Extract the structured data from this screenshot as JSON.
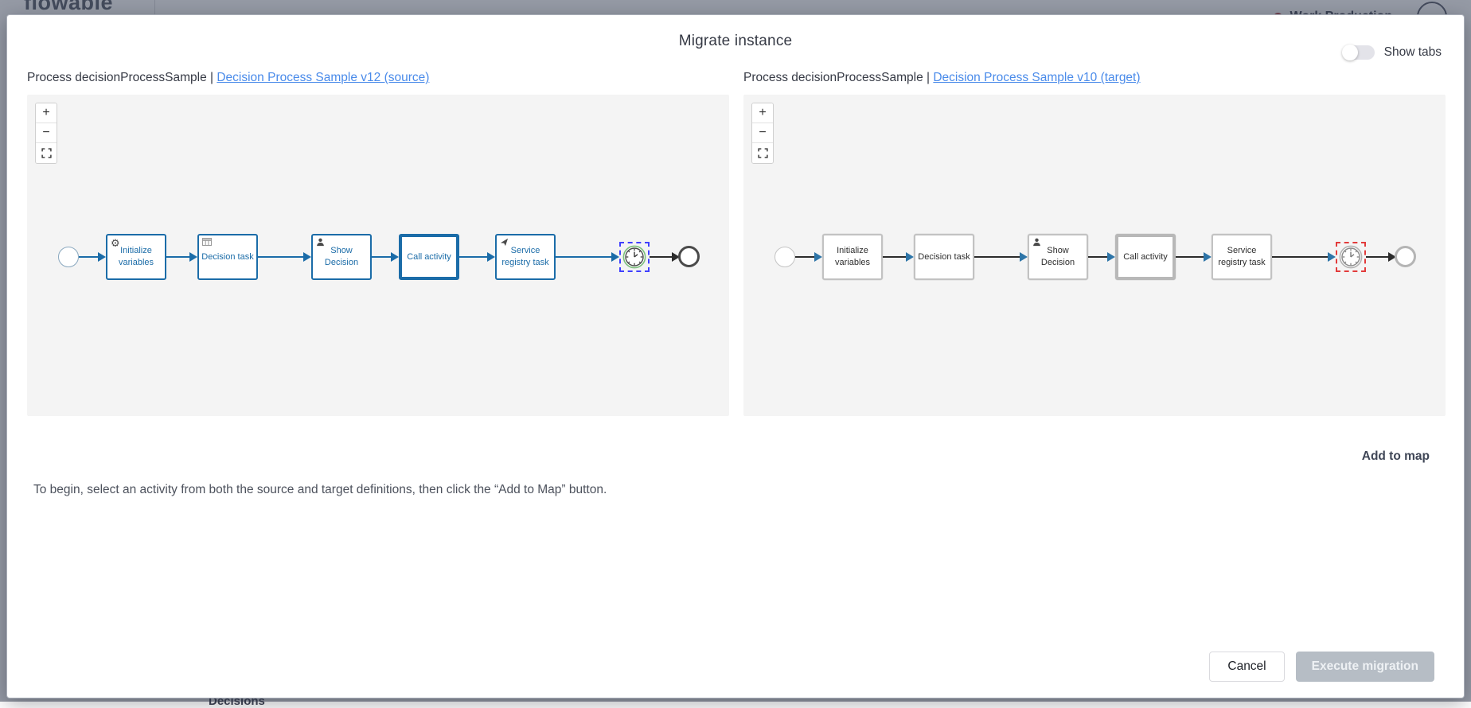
{
  "page_background": {
    "logo_text": "flowable",
    "workspace_label": "Work Production",
    "decisions_label": "Decisions"
  },
  "modal": {
    "title": "Migrate instance",
    "show_tabs_label": "Show tabs",
    "show_tabs_state": "off",
    "source_panel": {
      "header_prefix": "Process decisionProcessSample | ",
      "link_label": "Decision Process Sample v12 (source)"
    },
    "target_panel": {
      "header_prefix": "Process decisionProcessSample | ",
      "link_label": "Decision Process Sample v10 (target)"
    },
    "zoom_controls": {
      "zoom_in": "+",
      "zoom_out": "−",
      "fit_icon": "fit-screen-icon"
    },
    "diagram": {
      "tasks": [
        {
          "label": "Initialize variables",
          "icon": "gear-icon"
        },
        {
          "label": "Decision task",
          "icon": "table-icon"
        },
        {
          "label": "Show Decision",
          "icon": "user-icon"
        },
        {
          "label": "Call activity",
          "icon": null
        },
        {
          "label": "Service registry task",
          "icon": "send-icon"
        }
      ],
      "events": [
        "start-event",
        "timer-intermediate-event",
        "end-event"
      ],
      "source_selection_color": "#4040ff",
      "target_selection_color": "#e23b3b",
      "source_highlight_color": "#1b6ca8"
    },
    "add_to_map_label": "Add to map",
    "instruction": "To begin, select an activity from both the source and target definitions, then click the “Add to Map” button.",
    "cancel_label": "Cancel",
    "execute_label": "Execute migration"
  }
}
